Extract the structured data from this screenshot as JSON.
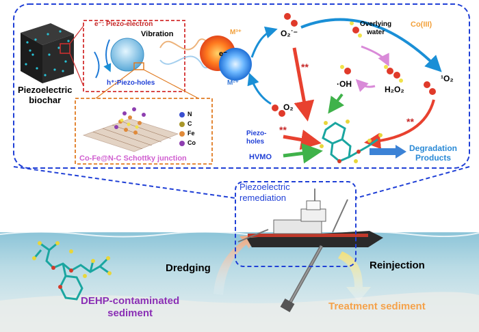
{
  "colors": {
    "dashed_border": "#1f3fd6",
    "sea_top": "#7fbfd6",
    "sea_bottom": "#e6eef1",
    "red_arrow": "#e8412f",
    "blue_arrow": "#1a8fd6",
    "green_arrow": "#3fb24a",
    "purple_text": "#8a2fb5",
    "orange_text": "#f5a24a"
  },
  "panel": {
    "biochar_label": "Piezoelectric\nbiochar",
    "piezo_electron": "e⁻: Piezo-electron",
    "vibration": "Vibration",
    "piezo_holes": "h⁺:Piezo-holes",
    "m_plus3": "M³⁺",
    "m_plus2": "M²⁺",
    "e_label": "e⁻",
    "cobalt": "Co(III)",
    "overlying_water": "Overlying\nwater",
    "superoxide": "O₂˙⁻",
    "oxygen": "O₂",
    "hydroxyl": "·OH",
    "h2o2": "H₂O₂",
    "singlet_oxygen": "¹O₂",
    "stars": "**",
    "piezo_holes_short": "Piezo-\nholes",
    "hvmo": "HVMO",
    "degradation": "Degradation\nProducts",
    "schottky": "Co-Fe@N-C Schottky junction",
    "legend": [
      {
        "label": "N",
        "color": "#3a4fd0"
      },
      {
        "label": "C",
        "color": "#a8962a"
      },
      {
        "label": "Fe",
        "color": "#e08a3a"
      },
      {
        "label": "Co",
        "color": "#8e3fb0"
      }
    ]
  },
  "scene": {
    "remediation": "Piezoelectric\nremediation",
    "dredging": "Dredging",
    "reinjection": "Reinjection",
    "contaminated": "DEHP-contaminated\nsediment",
    "treatment": "Treatment sediment"
  }
}
